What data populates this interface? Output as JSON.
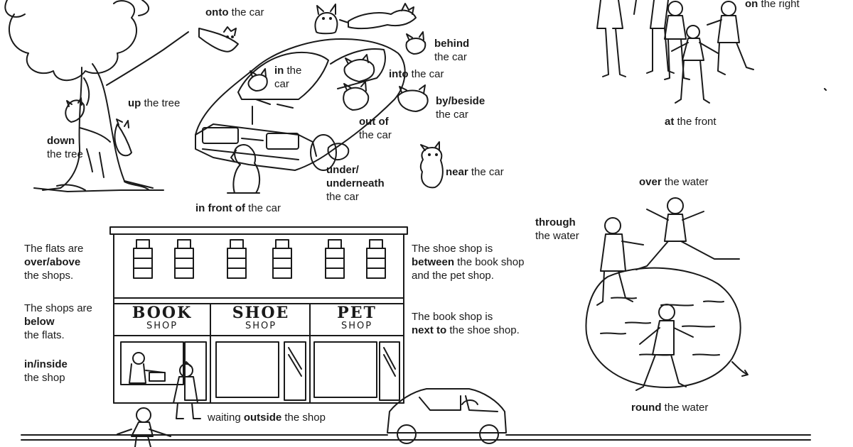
{
  "labels": {
    "onto": {
      "b": "onto",
      "t": " the car"
    },
    "behind": {
      "b": "behind",
      "t": "the car"
    },
    "in_car": {
      "b": "in",
      "t": " the",
      "t2": "car"
    },
    "into": {
      "b": "into",
      "t": " the car"
    },
    "by_beside": {
      "b": "by/beside",
      "t": "the car"
    },
    "up_tree": {
      "b": "up",
      "t": " the tree"
    },
    "down_tree": {
      "b": "down",
      "t": "the tree"
    },
    "out_of": {
      "b": "out of",
      "t": "the car"
    },
    "under": {
      "b": "under/",
      "b2": "underneath",
      "t": "the car"
    },
    "near": {
      "b": "near",
      "t": " the car"
    },
    "in_front": {
      "b": "in front of",
      "t": " the car"
    },
    "on_right": {
      "b": "on",
      "t": " the right"
    },
    "at_front": {
      "b": "at",
      "t": " the front"
    },
    "over_water": {
      "b": "over",
      "t": " the water"
    },
    "through_water": {
      "b": "through",
      "t": "the water"
    },
    "round_water": {
      "b": "round",
      "t": " the water"
    },
    "flats_over": {
      "t": "The flats are",
      "b": "over/above",
      "t2": "the shops."
    },
    "shops_below": {
      "t": "The shops are",
      "b": "below",
      "t2": "the flats."
    },
    "in_inside": {
      "b": "in/inside",
      "t": "the shop"
    },
    "shoe_between": {
      "t": "The shoe shop is",
      "b": "between",
      "t2": " the book shop",
      "t3": "and the pet shop."
    },
    "book_next": {
      "t": "The book shop is",
      "b": "next to",
      "t2": " the shoe shop."
    },
    "waiting": {
      "t": "waiting ",
      "b": "outside",
      "t2": " the shop"
    }
  },
  "signs": {
    "book": {
      "main": "BOOK",
      "sub": "SHOP"
    },
    "shoe": {
      "main": "SHOE",
      "sub": "SHOP"
    },
    "pet": {
      "main": "PET",
      "sub": "SHOP"
    }
  }
}
